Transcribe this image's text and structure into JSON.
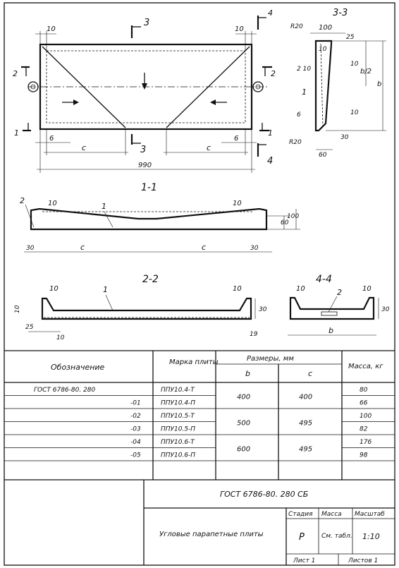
{
  "plan_view": {
    "dim_left_10": "10",
    "dim_right_10": "10",
    "section_3_top": "3",
    "section_3_bottom": "3",
    "section_4_top": "4",
    "section_4_bottom": "4",
    "section_2_left": "2",
    "section_2_right": "2",
    "section_1_left": "1",
    "section_1_right": "1",
    "dim_6_left": "6",
    "dim_6_right": "6",
    "dim_c_left": "c",
    "dim_c_right": "c",
    "dim_total": "990"
  },
  "section_33": {
    "title": "3-3",
    "r20_top": "R20",
    "dim_100": "100",
    "dim_25": "25",
    "dim_10a": "10",
    "dim_10b": "10",
    "dim_2_10": "2 10",
    "dim_b2": "b/2",
    "dim_b": "b",
    "dim_10c": "10",
    "dim_6": "6",
    "label_1": "1",
    "r20_bottom": "R20",
    "dim_30": "30",
    "dim_60": "60"
  },
  "section_11": {
    "title": "1-1",
    "label_2": "2",
    "label_1": "1",
    "dim_10_left": "10",
    "dim_10_right": "10",
    "dim_60": "60",
    "dim_100": "100",
    "dim_30_left": "30",
    "dim_c_left": "c",
    "dim_c_right": "c",
    "dim_30_right": "30"
  },
  "section_22": {
    "title": "2-2",
    "label_1": "1",
    "dim_10_left": "10",
    "dim_10_right": "10",
    "dim_10_side": "10",
    "dim_30": "30",
    "dim_25": "25",
    "dim_10_bottom": "10",
    "dim_19": "19"
  },
  "section_44": {
    "title": "4-4",
    "label_2": "2",
    "dim_10_left": "10",
    "dim_10_right": "10",
    "dim_30": "30",
    "dim_b": "b"
  },
  "table": {
    "header_designation": "Обозначение",
    "header_mark": "Марка плиты",
    "header_sizes": "Размеры, мм",
    "header_b": "b",
    "header_c": "c",
    "header_mass": "Масса, кг",
    "rows": [
      {
        "designation": "ГОСТ 6786-80. 280",
        "mark": "ППУ10.4-Т",
        "mass": "80"
      },
      {
        "designation": "-01",
        "mark": "ППУ10.4-П",
        "mass": "66"
      },
      {
        "designation": "-02",
        "mark": "ППУ10.5-Т",
        "mass": "100"
      },
      {
        "designation": "-03",
        "mark": "ППУ10.5-П",
        "mass": "82"
      },
      {
        "designation": "-04",
        "mark": "ППУ10.6-Т",
        "mass": "176"
      },
      {
        "designation": "-05",
        "mark": "ППУ10.6-П",
        "mass": "98"
      }
    ],
    "groups": [
      {
        "b": "400",
        "c": "400"
      },
      {
        "b": "500",
        "c": "495"
      },
      {
        "b": "600",
        "c": "495"
      }
    ]
  },
  "title_block": {
    "doc_code": "ГОСТ 6786-80. 280 СБ",
    "name": "Угловые парапетные плиты",
    "stage_label": "Стадия",
    "mass_label": "Масса",
    "scale_label": "Масштаб",
    "stage_value": "Р",
    "mass_value": "См. табл.",
    "scale_value": "1:10",
    "sheet_label": "Лист 1",
    "sheets_label": "Листов 1"
  }
}
